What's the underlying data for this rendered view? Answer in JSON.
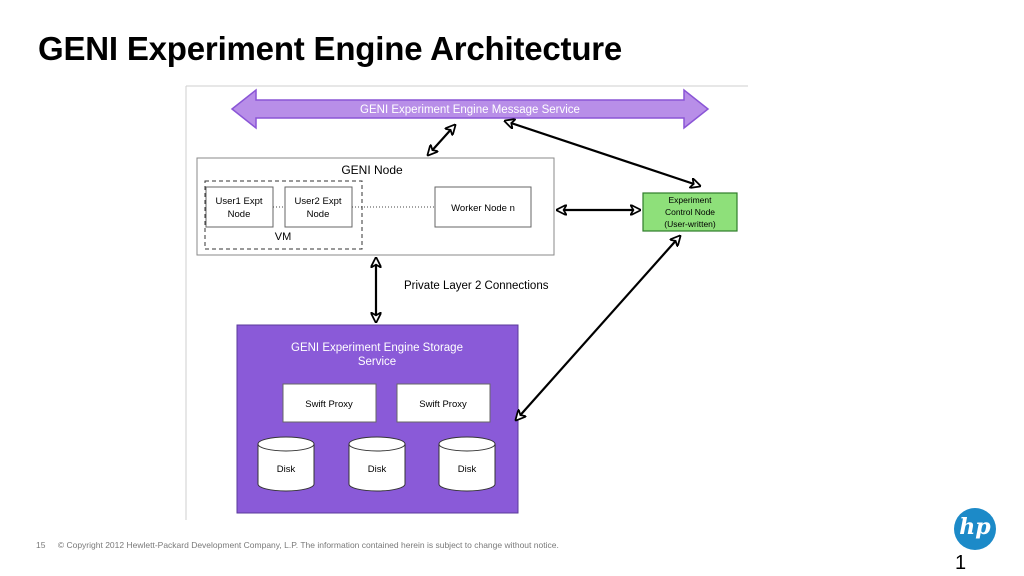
{
  "title": "GENI Experiment Engine Architecture",
  "diagram": {
    "message_service": "GENI Experiment Engine Message Service",
    "geni_node": "GENI Node",
    "user1_node": [
      "User1 Expt",
      "Node"
    ],
    "user2_node": [
      "User2 Expt",
      "Node"
    ],
    "vm": "VM",
    "worker_node": "Worker Node n",
    "control_node": [
      "Experiment",
      "Control Node",
      "(User-written)"
    ],
    "private_layer": "Private Layer 2 Connections",
    "storage_service": [
      "GENI Experiment Engine Storage",
      "Service"
    ],
    "swift_proxies": [
      "Swift Proxy",
      "Swift Proxy"
    ],
    "disks": [
      "Disk",
      "Disk",
      "Disk"
    ],
    "colors": {
      "message_fill": "#b88ee8",
      "message_stroke": "#8a55d6",
      "storage_fill": "#8a5ad8",
      "control_fill": "#8ee07a",
      "control_stroke": "#2f7d2a"
    }
  },
  "footer": {
    "page": "15",
    "copyright": "© Copyright 2012 Hewlett-Packard Development Company, L.P.  The information contained herein is subject to change without notice."
  },
  "logo": "hp",
  "slide_number": "1"
}
